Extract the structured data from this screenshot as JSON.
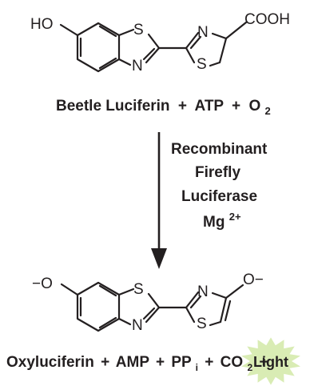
{
  "top_molecule": {
    "hydroxyl_label": "HO",
    "carboxyl_label": "COOH",
    "sulfur_label": "S",
    "nitrogen_label": "N"
  },
  "reactants": {
    "luciferin": "Beetle Luciferin",
    "plus": "+",
    "atp": "ATP",
    "oxygen": "O",
    "oxygen_subscript": "2"
  },
  "reaction_conditions": {
    "line1": "Recombinant",
    "line2": "Firefly",
    "line3": "Luciferase",
    "cofactor": "Mg",
    "cofactor_superscript": "2+"
  },
  "bottom_molecule": {
    "left_oxyanion": "−O",
    "right_oxyanion": "O−",
    "sulfur_label": "S",
    "nitrogen_label": "N"
  },
  "products": {
    "oxyluciferin": "Oxyluciferin",
    "plus": "+",
    "amp": "AMP",
    "ppi": "PP",
    "ppi_subscript": "i",
    "co2": "CO",
    "co2_subscript": "2",
    "light": "Light"
  },
  "colors": {
    "ink": "#231f20",
    "light_burst": "#d9ecb4"
  }
}
